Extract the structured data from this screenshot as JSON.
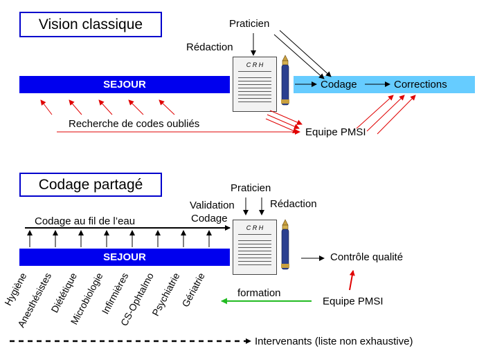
{
  "top": {
    "title": "Vision classique",
    "sejour": "SEJOUR",
    "praticien": "Praticien",
    "redaction": "Rédaction",
    "crh": "C R H",
    "codage": "Codage",
    "corrections": "Corrections",
    "recherche": "Recherche de codes oubliés",
    "equipe": "Equipe PMSI"
  },
  "bottom": {
    "title": "Codage partagé",
    "sejour": "SEJOUR",
    "praticien": "Praticien",
    "validation": "Validation",
    "codage": "Codage",
    "redaction": "Rédaction",
    "crh": "C R H",
    "fil": "Codage au fil de l’eau",
    "controle": "Contrôle qualité",
    "formation": "formation",
    "equipe": "Equipe PMSI",
    "intervenants": [
      "Hygiène",
      "Anesthésistes",
      "Diététique",
      "Microbiologie",
      "Infirmières",
      "CS-Ophtalmo",
      "Psychiatrie",
      "Gériatrie"
    ],
    "legend": "Intervenants (liste non exhaustive)"
  },
  "colors": {
    "sejour_bar": "#0000ee",
    "codage_bar": "#66ccff",
    "red_arrows": "#e00000",
    "formation_arrow": "#22bb22"
  }
}
